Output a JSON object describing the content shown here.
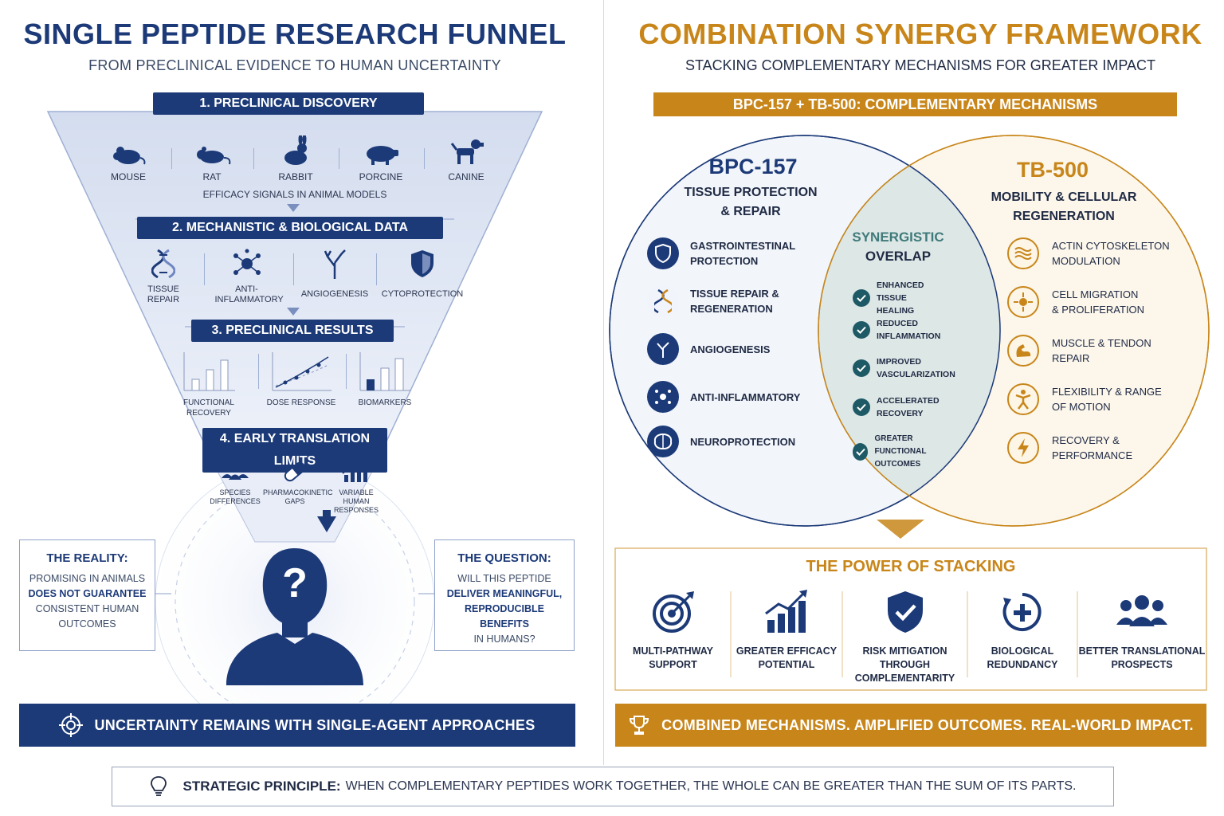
{
  "left": {
    "title": "SINGLE PEPTIDE RESEARCH FUNNEL",
    "subtitle": "FROM PRECLINICAL EVIDENCE TO HUMAN UNCERTAINTY",
    "stage1": {
      "label": "1. PRECLINICAL DISCOVERY",
      "animals": [
        "MOUSE",
        "RAT",
        "RABBIT",
        "PORCINE",
        "CANINE"
      ],
      "caption": "EFFICACY SIGNALS IN ANIMAL MODELS"
    },
    "stage2": {
      "label": "2. MECHANISTIC & BIOLOGICAL DATA",
      "items": [
        "TISSUE REPAIR",
        "ANTI-INFLAMMATORY",
        "ANGIOGENESIS",
        "CYTOPROTECTION"
      ]
    },
    "stage3": {
      "label": "3. PRECLINICAL RESULTS",
      "items": [
        "FUNCTIONAL RECOVERY",
        "DOSE RESPONSE",
        "BIOMARKERS"
      ]
    },
    "stage4": {
      "label": "4. EARLY TRANSLATION LIMITS",
      "items": [
        "SPECIES DIFFERENCES",
        "PHARMACOKINETIC GAPS",
        "VARIABLE HUMAN RESPONSES"
      ]
    },
    "reality": {
      "heading": "THE REALITY:",
      "line1": "PROMISING IN ANIMALS",
      "line2": "DOES NOT GUARANTEE",
      "line3": "CONSISTENT HUMAN",
      "line4": "OUTCOMES"
    },
    "question": {
      "heading": "THE QUESTION:",
      "line1": "WILL THIS PEPTIDE",
      "line2": "DELIVER MEANINGFUL,",
      "line3": "REPRODUCIBLE BENEFITS",
      "line4": "IN HUMANS?"
    },
    "head_symbol": "?",
    "banner": "UNCERTAINTY REMAINS WITH SINGLE-AGENT APPROACHES"
  },
  "right": {
    "title": "COMBINATION SYNERGY FRAMEWORK",
    "subtitle": "STACKING COMPLEMENTARY MECHANISMS FOR GREATER IMPACT",
    "pill": "BPC-157 + TB-500: COMPLEMENTARY MECHANISMS",
    "bpc": {
      "name": "BPC-157",
      "tagline1": "TISSUE PROTECTION",
      "tagline2": "& REPAIR",
      "items": [
        {
          "l1": "GASTROINTESTINAL",
          "l2": "PROTECTION"
        },
        {
          "l1": "TISSUE REPAIR &",
          "l2": "REGENERATION"
        },
        {
          "l1": "ANGIOGENESIS",
          "l2": ""
        },
        {
          "l1": "ANTI-INFLAMMATORY",
          "l2": ""
        },
        {
          "l1": "NEUROPROTECTION",
          "l2": ""
        }
      ]
    },
    "tb": {
      "name": "TB-500",
      "tagline1": "MOBILITY & CELLULAR",
      "tagline2": "REGENERATION",
      "items": [
        {
          "l1": "ACTIN CYTOSKELETON",
          "l2": "MODULATION"
        },
        {
          "l1": "CELL MIGRATION",
          "l2": "& PROLIFERATION"
        },
        {
          "l1": "MUSCLE & TENDON",
          "l2": "REPAIR"
        },
        {
          "l1": "FLEXIBILITY & RANGE",
          "l2": "OF MOTION"
        },
        {
          "l1": "RECOVERY &",
          "l2": "PERFORMANCE"
        }
      ]
    },
    "overlap": {
      "title1": "SYNERGISTIC",
      "title2": "OVERLAP",
      "items": [
        {
          "l1": "ENHANCED TISSUE",
          "l2": "HEALING"
        },
        {
          "l1": "REDUCED",
          "l2": "INFLAMMATION"
        },
        {
          "l1": "IMPROVED",
          "l2": "VASCULARIZATION"
        },
        {
          "l1": "ACCELERATED",
          "l2": "RECOVERY"
        },
        {
          "l1": "GREATER FUNCTIONAL",
          "l2": "OUTCOMES"
        }
      ]
    },
    "stacking": {
      "title": "THE POWER OF STACKING",
      "items": [
        {
          "l1": "MULTI-PATHWAY",
          "l2": "SUPPORT",
          "l3": ""
        },
        {
          "l1": "GREATER EFFICACY",
          "l2": "POTENTIAL",
          "l3": ""
        },
        {
          "l1": "RISK MITIGATION",
          "l2": "THROUGH",
          "l3": "COMPLEMENTARITY"
        },
        {
          "l1": "BIOLOGICAL",
          "l2": "REDUNDANCY",
          "l3": ""
        },
        {
          "l1": "BETTER TRANSLATIONAL",
          "l2": "PROSPECTS",
          "l3": ""
        }
      ]
    },
    "banner": "COMBINED MECHANISMS. AMPLIFIED OUTCOMES. REAL-WORLD IMPACT."
  },
  "footer": {
    "label": "STRATEGIC PRINCIPLE:",
    "text": "WHEN COMPLEMENTARY PEPTIDES WORK TOGETHER, THE WHOLE CAN BE GREATER THAN THE SUM OF ITS PARTS."
  },
  "colors": {
    "navy": "#1c3a78",
    "gold": "#c8861a",
    "funnel_fill": "#dfe6f4"
  }
}
